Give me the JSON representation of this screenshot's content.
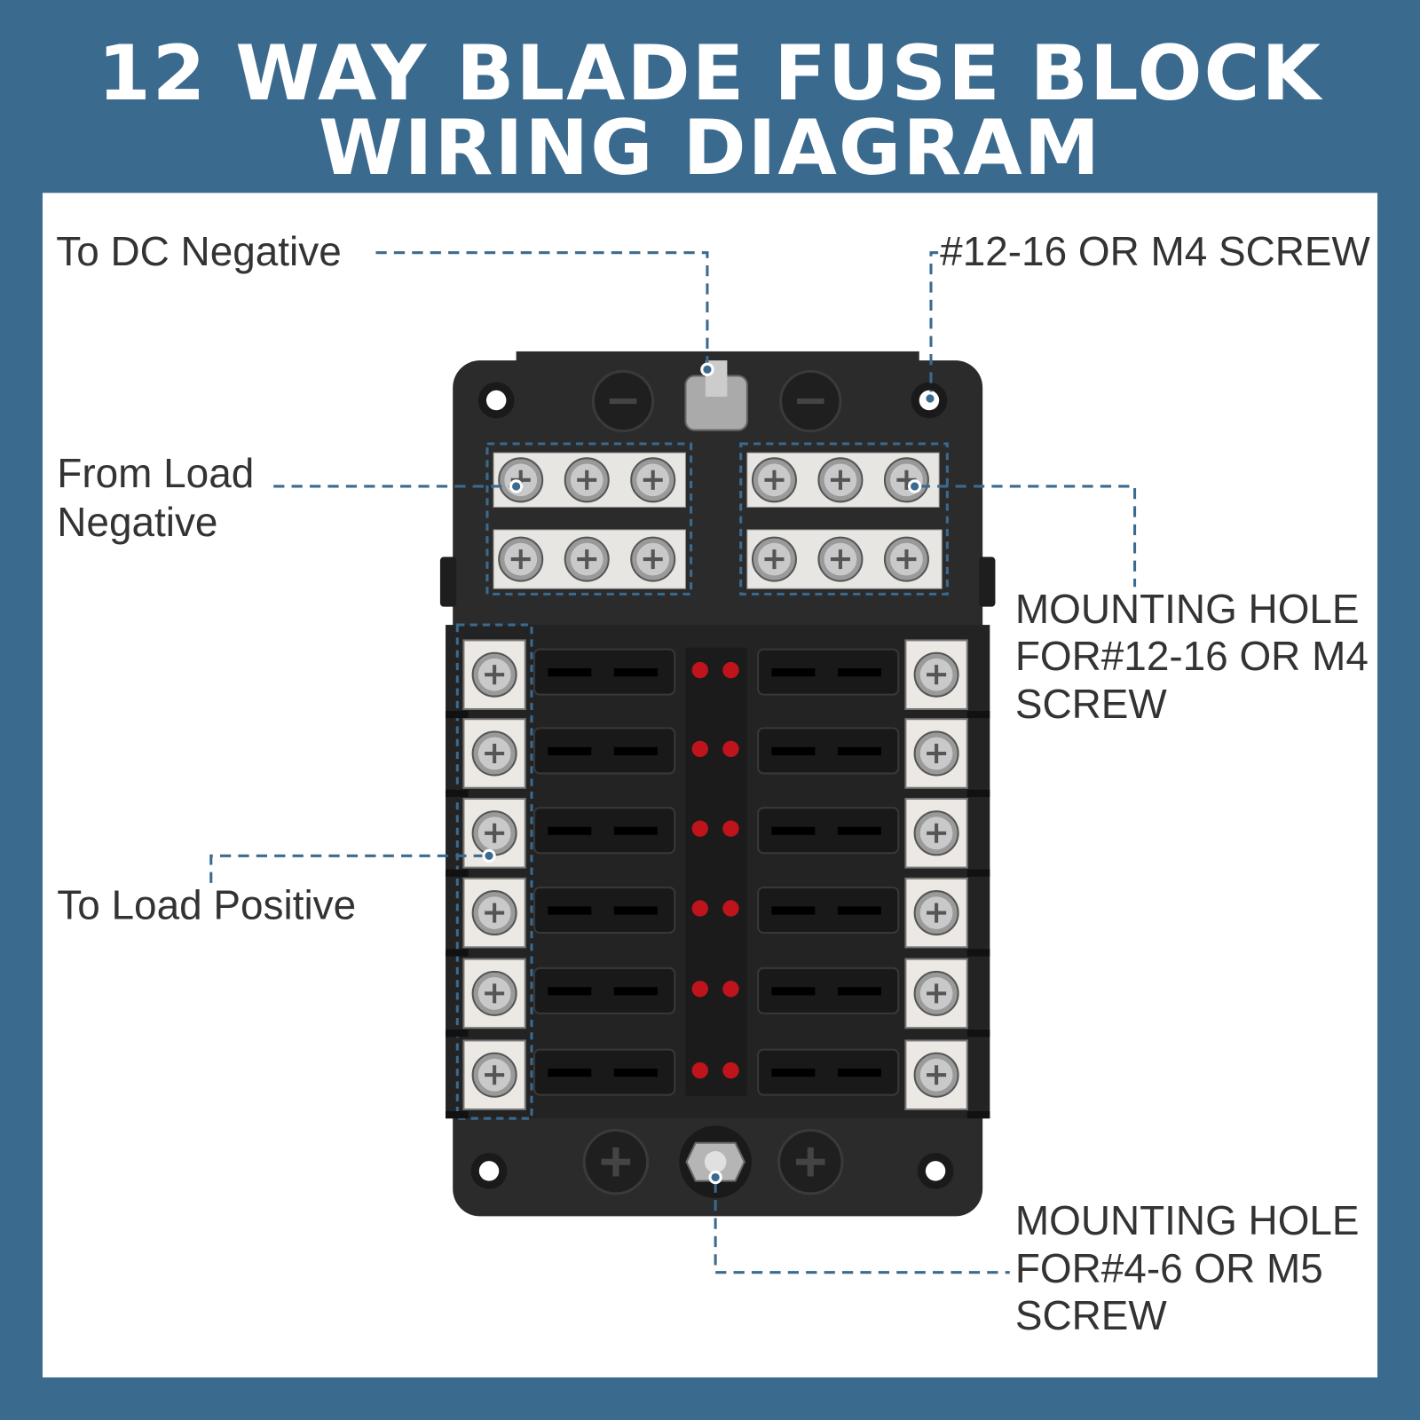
{
  "title": {
    "line1": "12 WAY BLADE FUSE BLOCK",
    "line2": "WIRING DIAGRAM"
  },
  "labels": {
    "dc_negative": "To DC Negative",
    "screw_top": "#12-16 OR M4 SCREW",
    "from_load_1": "From Load",
    "from_load_2": "Negative",
    "mount_top_1": "MOUNTING HOLE",
    "mount_top_2": "FOR#12-16 OR M4",
    "mount_top_3": "SCREW",
    "load_positive": "To Load Positive",
    "mount_bottom_1": "MOUNTING HOLE",
    "mount_bottom_2": "FOR#4-6 OR M5",
    "mount_bottom_3": "SCREW"
  },
  "product": {
    "fuse_ways": 12,
    "negative_bus_screws": 12
  },
  "colors": {
    "brand_blue": "#3b6a8f",
    "block_body": "#2b2b2b",
    "led_red": "#c0141c"
  }
}
